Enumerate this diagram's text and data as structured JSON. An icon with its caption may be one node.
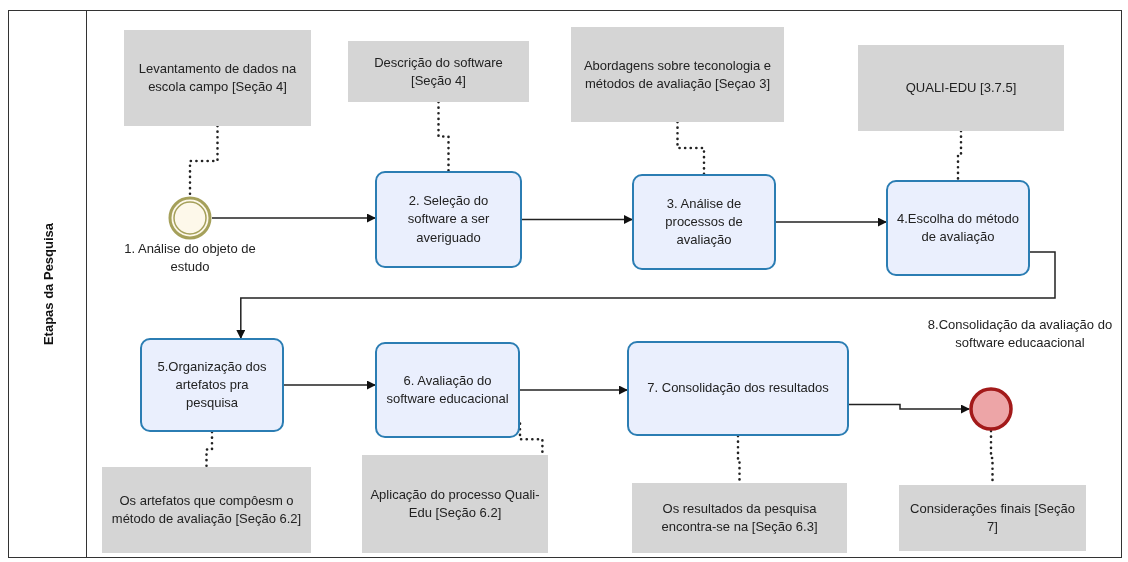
{
  "diagram": {
    "nodes": [
      {
        "text": [
          "Etapas da Pesquisa"
        ]
      },
      {
        "text": [
          "Levantamento de dados na escola campo [Seção 4]"
        ],
        "in": 0
      },
      {
        "text": [
          "Descrição do software [Seção 4]"
        ],
        "in": 0
      },
      {
        "text": [
          "Abordagens sobre teconologia e métodos de avaliação [Seçao 3]"
        ],
        "in": 0
      },
      {
        "text": [
          "QUALI-EDU [3.7.5]"
        ],
        "in": 0
      },
      {
        "text": [
          "1. Análise do objeto de estudo"
        ],
        "in": 0
      },
      {
        "text": [
          "2. Seleção do software a ser averiguado"
        ],
        "in": 0
      },
      {
        "text": [
          "3. Análise de processos de avaliação"
        ],
        "in": 0
      },
      {
        "text": [
          "4.Escolha do método de avaliação"
        ],
        "in": 0
      },
      {
        "text": [
          "5.Organização dos artefatos pra pesquisa"
        ],
        "in": 0
      },
      {
        "text": [
          "6. Avaliação do software educacional"
        ],
        "in": 0
      },
      {
        "text": [
          "7. Consolidação dos resultados"
        ],
        "in": 0
      },
      {
        "text": [
          "8.Consolidação da avaliação do software educaacional"
        ],
        "in": 0
      },
      {
        "text": [
          "Os artefatos que compôesm o método de avaliação [Seção 6.2]"
        ],
        "in": 0
      },
      {
        "text": [
          "Aplicação do processo Quali-Edu  [Seção 6.2]"
        ],
        "in": 0
      },
      {
        "text": [
          "Os resultados da pesquisa encontra-se na [Seção 6.3]"
        ],
        "in": 0
      },
      {
        "text": [
          "Considerações finais [Seção 7]"
        ],
        "in": 0
      }
    ],
    "edges": [
      {
        "from": 5,
        "to": 6,
        "arrow": "to"
      },
      {
        "from": 6,
        "to": 7,
        "arrow": "to"
      },
      {
        "from": 7,
        "to": 8,
        "arrow": "to"
      },
      {
        "from": 8,
        "to": 9,
        "arrow": "to"
      },
      {
        "from": 9,
        "to": 10,
        "arrow": "to"
      },
      {
        "from": 10,
        "to": 11,
        "arrow": "to"
      },
      {
        "from": 11,
        "to": 12,
        "arrow": "to"
      },
      {
        "from": 1,
        "to": 5,
        "arrow": "none",
        "style": "dashed"
      },
      {
        "from": 2,
        "to": 6,
        "arrow": "none",
        "style": "dashed"
      },
      {
        "from": 3,
        "to": 7,
        "arrow": "none",
        "style": "dashed"
      },
      {
        "from": 4,
        "to": 8,
        "arrow": "none",
        "style": "dashed"
      },
      {
        "from": 9,
        "to": 13,
        "arrow": "none",
        "style": "dashed"
      },
      {
        "from": 10,
        "to": 14,
        "arrow": "none",
        "style": "dashed"
      },
      {
        "from": 11,
        "to": 15,
        "arrow": "none",
        "style": "dashed"
      },
      {
        "from": 12,
        "to": 16,
        "arrow": "none",
        "style": "dashed"
      }
    ]
  }
}
